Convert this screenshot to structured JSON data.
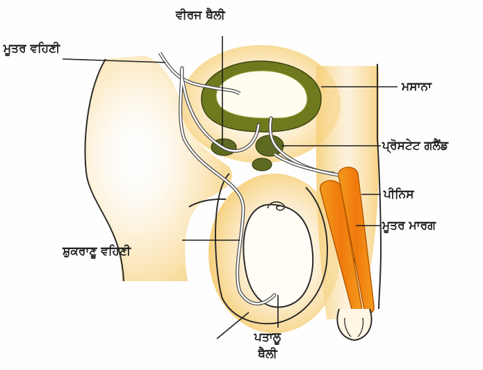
{
  "labels": {
    "seminal_vesicle": "ਵੀਰਜ ਥੈਲੀ",
    "ureter": "ਮੂਤਰ ਵਹਿਣੀ",
    "bladder": "ਮਸਾਨਾ",
    "prostate_gland": "ਪ੍ਰੋਸਟੇਟ ਗਲੈਂਡ",
    "penis": "ਪੀਨਿਸ",
    "urethra": "ਮੂਤਰ ਮਾਰਗ",
    "vas_deferens": "ਸ਼ੁਕਰਾਣੂ ਵਹਿਣੀ",
    "scrotum_line1": "ਪਤਾਲੂ",
    "scrotum_line2": "ਥੈਲੀ"
  },
  "colors": {
    "skin_glow": "#f6cf78",
    "bladder_wall": "#6f7a1f",
    "gland": "#5e6a22",
    "erectile_tissue": "#f08c14",
    "outline": "#2a2a2a"
  }
}
